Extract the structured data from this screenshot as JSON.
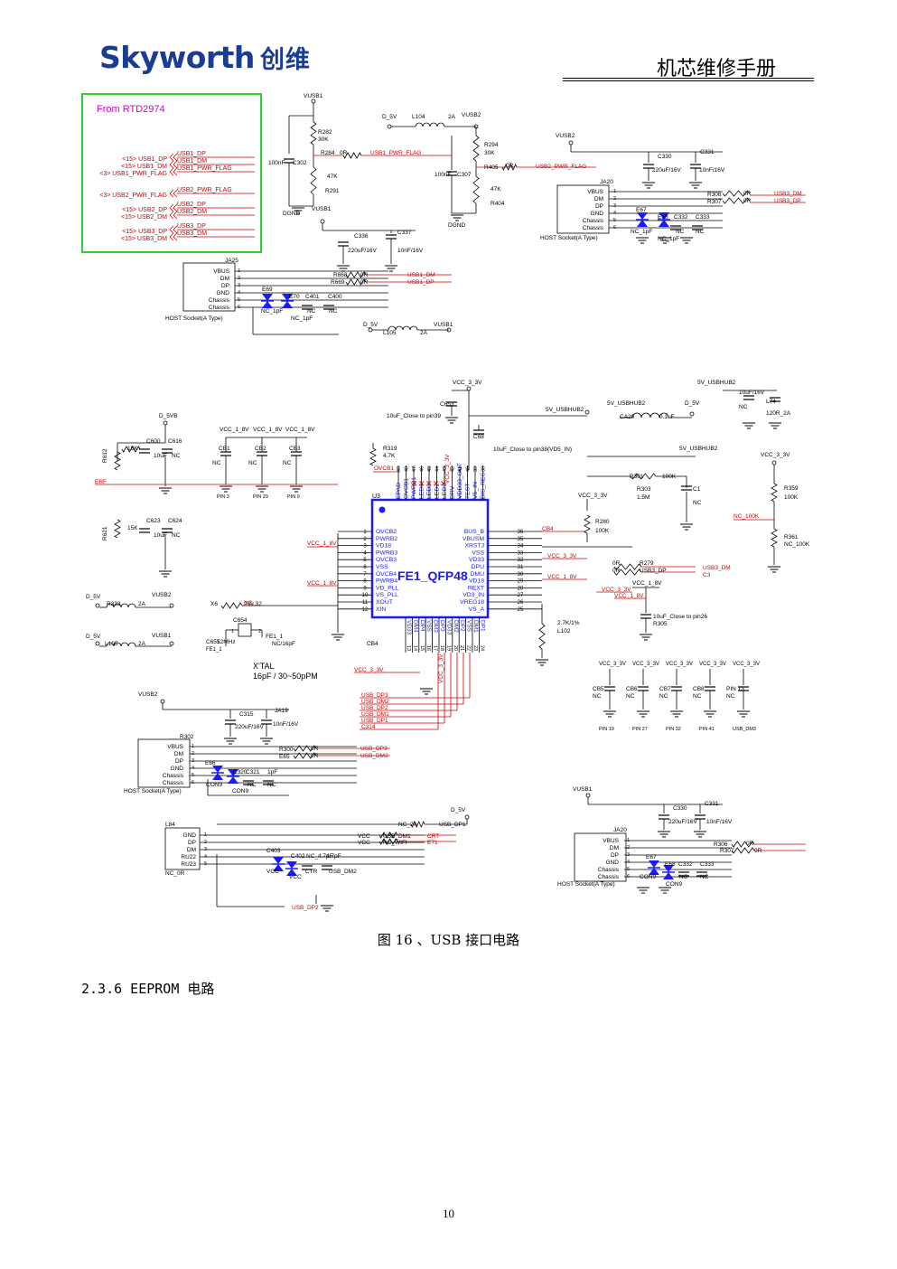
{
  "header": {
    "logo_text": "Skyworth",
    "logo_cn": "创维",
    "manual_title": "机芯维修手册"
  },
  "figure": {
    "caption": "图 16 、USB 接口电路"
  },
  "section": {
    "heading": "2.3.6 EEPROM 电路"
  },
  "footer": {
    "page_number": "10"
  },
  "schematic": {
    "source_box_title": "From RTD2974",
    "source_left": [
      "<15> USB1_DP",
      "<15> USB1_DM",
      "<3> USB1_PWR_FLAG",
      "<3> USB2_PWR_FLAG",
      "<15> USB2_DP",
      "<15> USB2_DM",
      "<15> USB3_DP",
      "<15> USB3_DM"
    ],
    "source_right": [
      "USB1_DP",
      "USB1_DM",
      "USB1_PWR_FLAG",
      "USB2_PWR_FLAG",
      "USB2_DP",
      "USB2_DM",
      "USB3_DP",
      "USB3_DM"
    ],
    "chip_name": "FE1_QFP48",
    "chip_ref": "U3",
    "chip_left_pins": [
      "OVCB2",
      "PWRB2",
      "VD18",
      "PWRB3",
      "OVCB3",
      "VSS",
      "OVCB4",
      "PWRB4",
      "VD_PLL",
      "VS_PLL",
      "XOUT",
      "XIN"
    ],
    "chip_right_pins": [
      "BUS_B",
      "VBUSM",
      "XRSTJ",
      "VSS",
      "VD33",
      "DPU",
      "DMU",
      "VD18",
      "REXT",
      "VD3_IN",
      "VREG18",
      "VS_A"
    ],
    "chip_top_pins": [
      "EPAD",
      "OVCB1",
      "PWRB1",
      "LED4",
      "LED3",
      "LED2",
      "LED1",
      "DRV",
      "VDD33_OUT",
      "TEST",
      "V5_IN",
      "DIS_REG"
    ],
    "chip_bottom_pins": [
      "VD33",
      "DM4",
      "DP4",
      "VSS",
      "DM3",
      "DP3",
      "VD33",
      "DM2",
      "DP2",
      "VSS",
      "DM1",
      "DP1"
    ],
    "crystal_label": "X'TAL",
    "crystal_spec": "16pF / 30~50pPM",
    "labels": [
      "VUSB1",
      "VUSB2",
      "D_5V",
      "L104",
      "2A",
      "R282",
      "30K",
      "R284",
      "0R",
      "100nF",
      "C302",
      "47K",
      "R291",
      "DGND",
      "R294",
      "R405",
      "C307",
      "R404",
      "USB1_PWR_FLAG",
      "USB2_PWR_FLAG",
      "C330",
      "220uF/16V",
      "C331",
      "10nF/16V",
      "JA20",
      "VBUS",
      "DM",
      "DP",
      "GND",
      "Chassis",
      "HOST Socket(A Type)",
      "R306",
      "R307",
      "USB3_DM",
      "USB3_DP",
      "E67",
      "E68",
      "C332",
      "C333",
      "NC",
      "NC_1pF",
      "C336",
      "C337",
      "JA25",
      "R668",
      "R669",
      "USB1_DM",
      "USB1_DP",
      "E69",
      "E70",
      "C401",
      "C400",
      "L105",
      "VCC_3_3V",
      "C653",
      "10uF_Close to pin39",
      "5V_USBHUB2",
      "C68",
      "CA20",
      "0.1uF",
      "10uF/16V",
      "L74",
      "120R_2A",
      "D_5VB",
      "VCC_1_8V",
      "CB1",
      "CB2",
      "CB3",
      "PIN 3",
      "PIN 29",
      "PIN 9",
      "R612",
      "15K",
      "C600",
      "C616",
      "10uF",
      "ERF",
      "R621",
      "C623",
      "C624",
      "R319",
      "4.7K",
      "OVCB1",
      "C16",
      "10uF_Close to pin38(VD5_IN)",
      "R301",
      "100K",
      "R303",
      "1.5M",
      "C1",
      "R359",
      "R361",
      "NC_100K",
      "BUS_B",
      "R362",
      "R280",
      "R279",
      "USB3_DP",
      "USB3_DM",
      "C3",
      "10uF_Close to pin26",
      "R305",
      "2.7K/1%",
      "L102",
      "R333",
      "X6",
      "C654",
      "C655",
      "NC/16pF",
      "12MHz",
      "FE1_1",
      "CB4",
      "CB5",
      "CB6",
      "CB7",
      "CB8",
      "PIN 13",
      "PIN 19",
      "PIN 27",
      "PIN 32",
      "PIN 41",
      "USB_DM3",
      "USB_DP3",
      "USB_DM2",
      "USB_DP2",
      "USB_DM1",
      "USB_DP1",
      "C314",
      "C315",
      "JA19",
      "R302",
      "R300",
      "E65",
      "E66",
      "C320",
      "C321",
      "1pF",
      "CON9",
      "L84",
      "NC_2A",
      "RU22",
      "RU23",
      "NC_0R",
      "USB_DP1",
      "USB_DM1",
      "NC_WIFI",
      "VCC",
      "CRT",
      "E71",
      "E72",
      "C403",
      "C402",
      "NC_4.7pF",
      "4.7pF",
      "CTR",
      "USB_DM2",
      "USB_DP2"
    ]
  },
  "colors": {
    "logo": "#1a3d94",
    "net_red": "#cc0000",
    "source_box": "#33cc33",
    "source_title": "#cc00cc",
    "chip_border": "#1a1aff",
    "wire": "#000000"
  }
}
